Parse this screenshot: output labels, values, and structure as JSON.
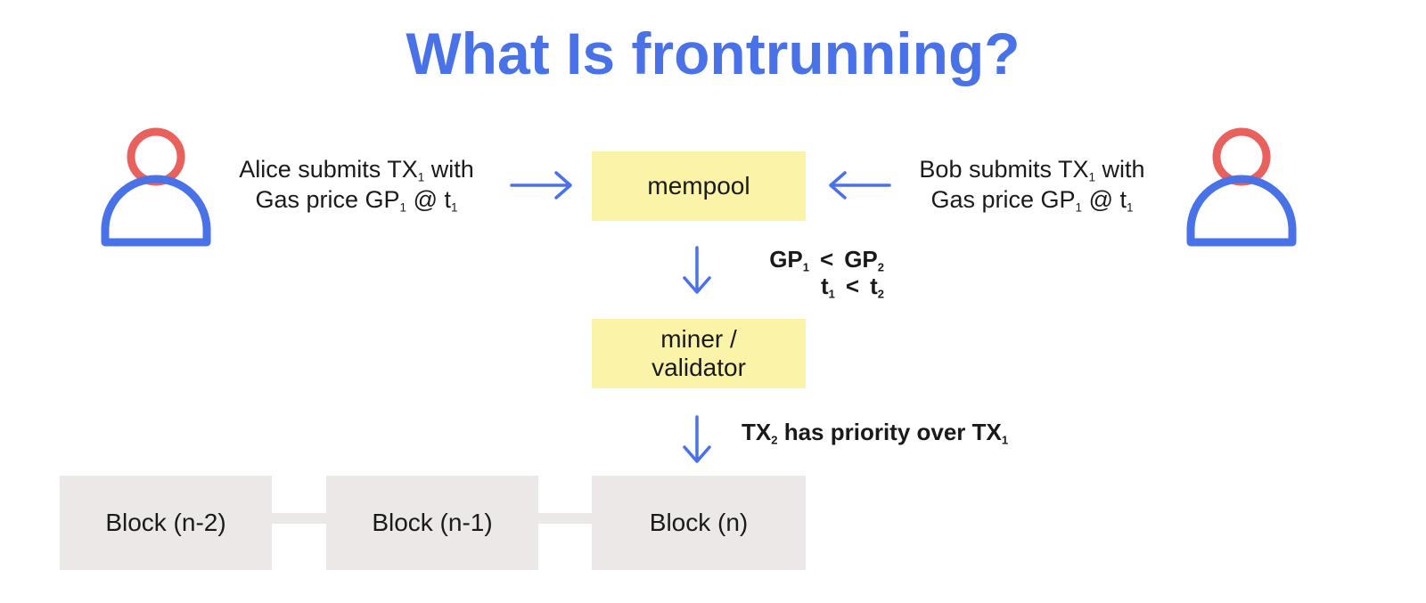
{
  "title": "What Is frontrunning?",
  "colors": {
    "title": "#4a72e8",
    "head": "#e8615c",
    "body": "#4a72e8",
    "box_yellow": "#fbf4a8",
    "box_gray": "#ece8e8"
  },
  "alice": {
    "icon": "person-icon",
    "line1_a": "Alice submits TX",
    "line1_sub": "1",
    "line1_b": " with",
    "line2_a": "Gas price GP",
    "line2_sub": "1",
    "line2_at": " @  t",
    "line2_sub2": "1"
  },
  "bob": {
    "icon": "person-icon",
    "line1_a": "Bob submits TX",
    "line1_sub": "1",
    "line1_b": " with",
    "line2_a": "Gas price GP",
    "line2_sub": "1",
    "line2_at": " @  t",
    "line2_sub2": "1"
  },
  "mempool": "mempool",
  "miner": {
    "line1": "miner /",
    "line2": "validator"
  },
  "condition": {
    "r1_left": "GP",
    "r1_left_sub": "1",
    "op": "<",
    "r1_right": "GP",
    "r1_right_sub": "2",
    "r2_left": "t",
    "r2_left_sub": "1",
    "r2_right": "t",
    "r2_right_sub": "2"
  },
  "priority": {
    "a": "TX",
    "a_sub": "2",
    "mid": " has priority over TX",
    "b_sub": "1"
  },
  "blocks": [
    "Block (n-2)",
    "Block (n-1)",
    "Block (n)"
  ]
}
